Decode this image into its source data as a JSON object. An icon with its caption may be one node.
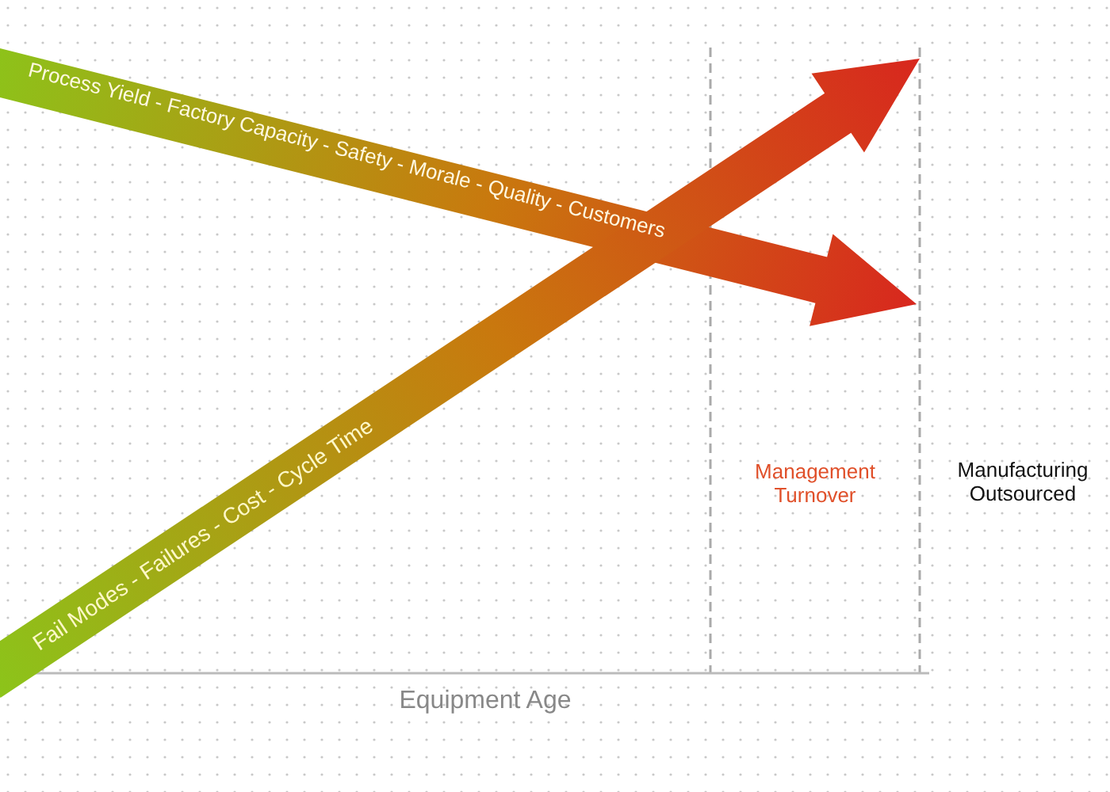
{
  "diagram": {
    "labels": [
      "Process Yield - Factory Capacity - Safety - Morale - Quality - Customers",
      "Management Turnover",
      "Manufacturing Outsourced",
      "Fail Modes - Failures - Cost - Cycle Time",
      "Equipment Age"
    ]
  }
}
